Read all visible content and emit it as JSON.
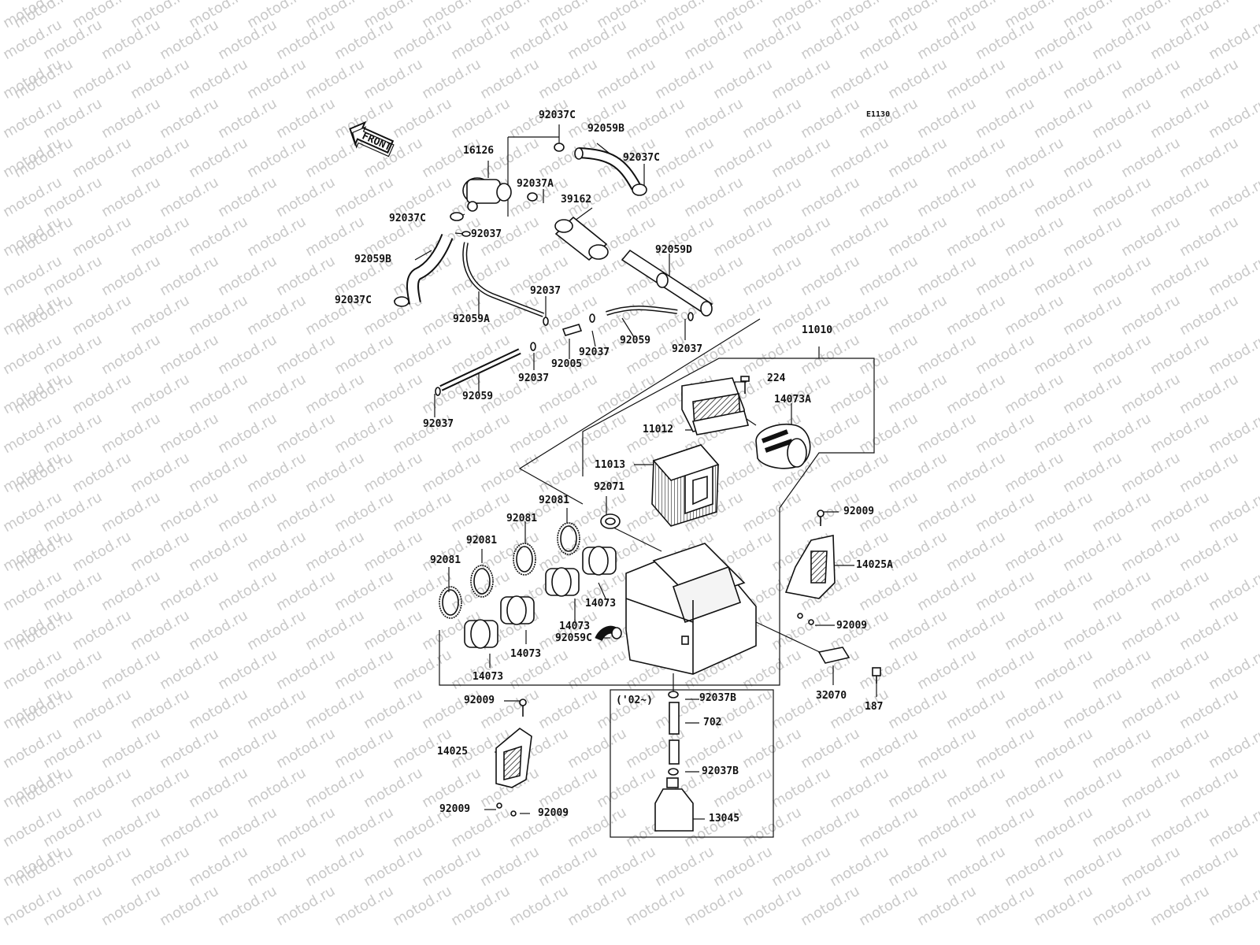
{
  "watermark": "motod.ru",
  "diagram_ref": "E1130",
  "front_label": "FRONT",
  "year_note": "('02~)",
  "labels": [
    {
      "id": "p92037C_a",
      "text": "92037C"
    },
    {
      "id": "p92059B_a",
      "text": "92059B"
    },
    {
      "id": "p92037C_b",
      "text": "92037C"
    },
    {
      "id": "p16126",
      "text": "16126"
    },
    {
      "id": "p92037A",
      "text": "92037A"
    },
    {
      "id": "p39162",
      "text": "39162"
    },
    {
      "id": "p92037C_c",
      "text": "92037C"
    },
    {
      "id": "p92037_a",
      "text": "92037"
    },
    {
      "id": "p92059B_b",
      "text": "92059B"
    },
    {
      "id": "p92059D",
      "text": "92059D"
    },
    {
      "id": "p92037C_d",
      "text": "92037C"
    },
    {
      "id": "p92037_b",
      "text": "92037"
    },
    {
      "id": "p92059A",
      "text": "92059A"
    },
    {
      "id": "p92059_a",
      "text": "92059"
    },
    {
      "id": "p92037_c",
      "text": "92037"
    },
    {
      "id": "p92037_d",
      "text": "92037"
    },
    {
      "id": "p92005",
      "text": "92005"
    },
    {
      "id": "p92037_e",
      "text": "92037"
    },
    {
      "id": "p92059_b",
      "text": "92059"
    },
    {
      "id": "p92037_f",
      "text": "92037"
    },
    {
      "id": "p11010",
      "text": "11010"
    },
    {
      "id": "p224",
      "text": "224"
    },
    {
      "id": "p14073A",
      "text": "14073A"
    },
    {
      "id": "p11012",
      "text": "11012"
    },
    {
      "id": "p11013",
      "text": "11013"
    },
    {
      "id": "p92071",
      "text": "92071"
    },
    {
      "id": "p92081_a",
      "text": "92081"
    },
    {
      "id": "p92081_b",
      "text": "92081"
    },
    {
      "id": "p92081_c",
      "text": "92081"
    },
    {
      "id": "p92081_d",
      "text": "92081"
    },
    {
      "id": "p92009_a",
      "text": "92009"
    },
    {
      "id": "p14025A",
      "text": "14025A"
    },
    {
      "id": "p14073_a",
      "text": "14073"
    },
    {
      "id": "p14073_b",
      "text": "14073"
    },
    {
      "id": "p92059C",
      "text": "92059C"
    },
    {
      "id": "p14073_c",
      "text": "14073"
    },
    {
      "id": "p14073_d",
      "text": "14073"
    },
    {
      "id": "p92009_b",
      "text": "92009"
    },
    {
      "id": "p92037B_a",
      "text": "92037B"
    },
    {
      "id": "p32070",
      "text": "32070"
    },
    {
      "id": "p187",
      "text": "187"
    },
    {
      "id": "p92009_c",
      "text": "92009"
    },
    {
      "id": "p702",
      "text": "702"
    },
    {
      "id": "p14025",
      "text": "14025"
    },
    {
      "id": "p92037B_b",
      "text": "92037B"
    },
    {
      "id": "p92009_d",
      "text": "92009"
    },
    {
      "id": "p92009_e",
      "text": "92009"
    },
    {
      "id": "p13045",
      "text": "13045"
    }
  ]
}
